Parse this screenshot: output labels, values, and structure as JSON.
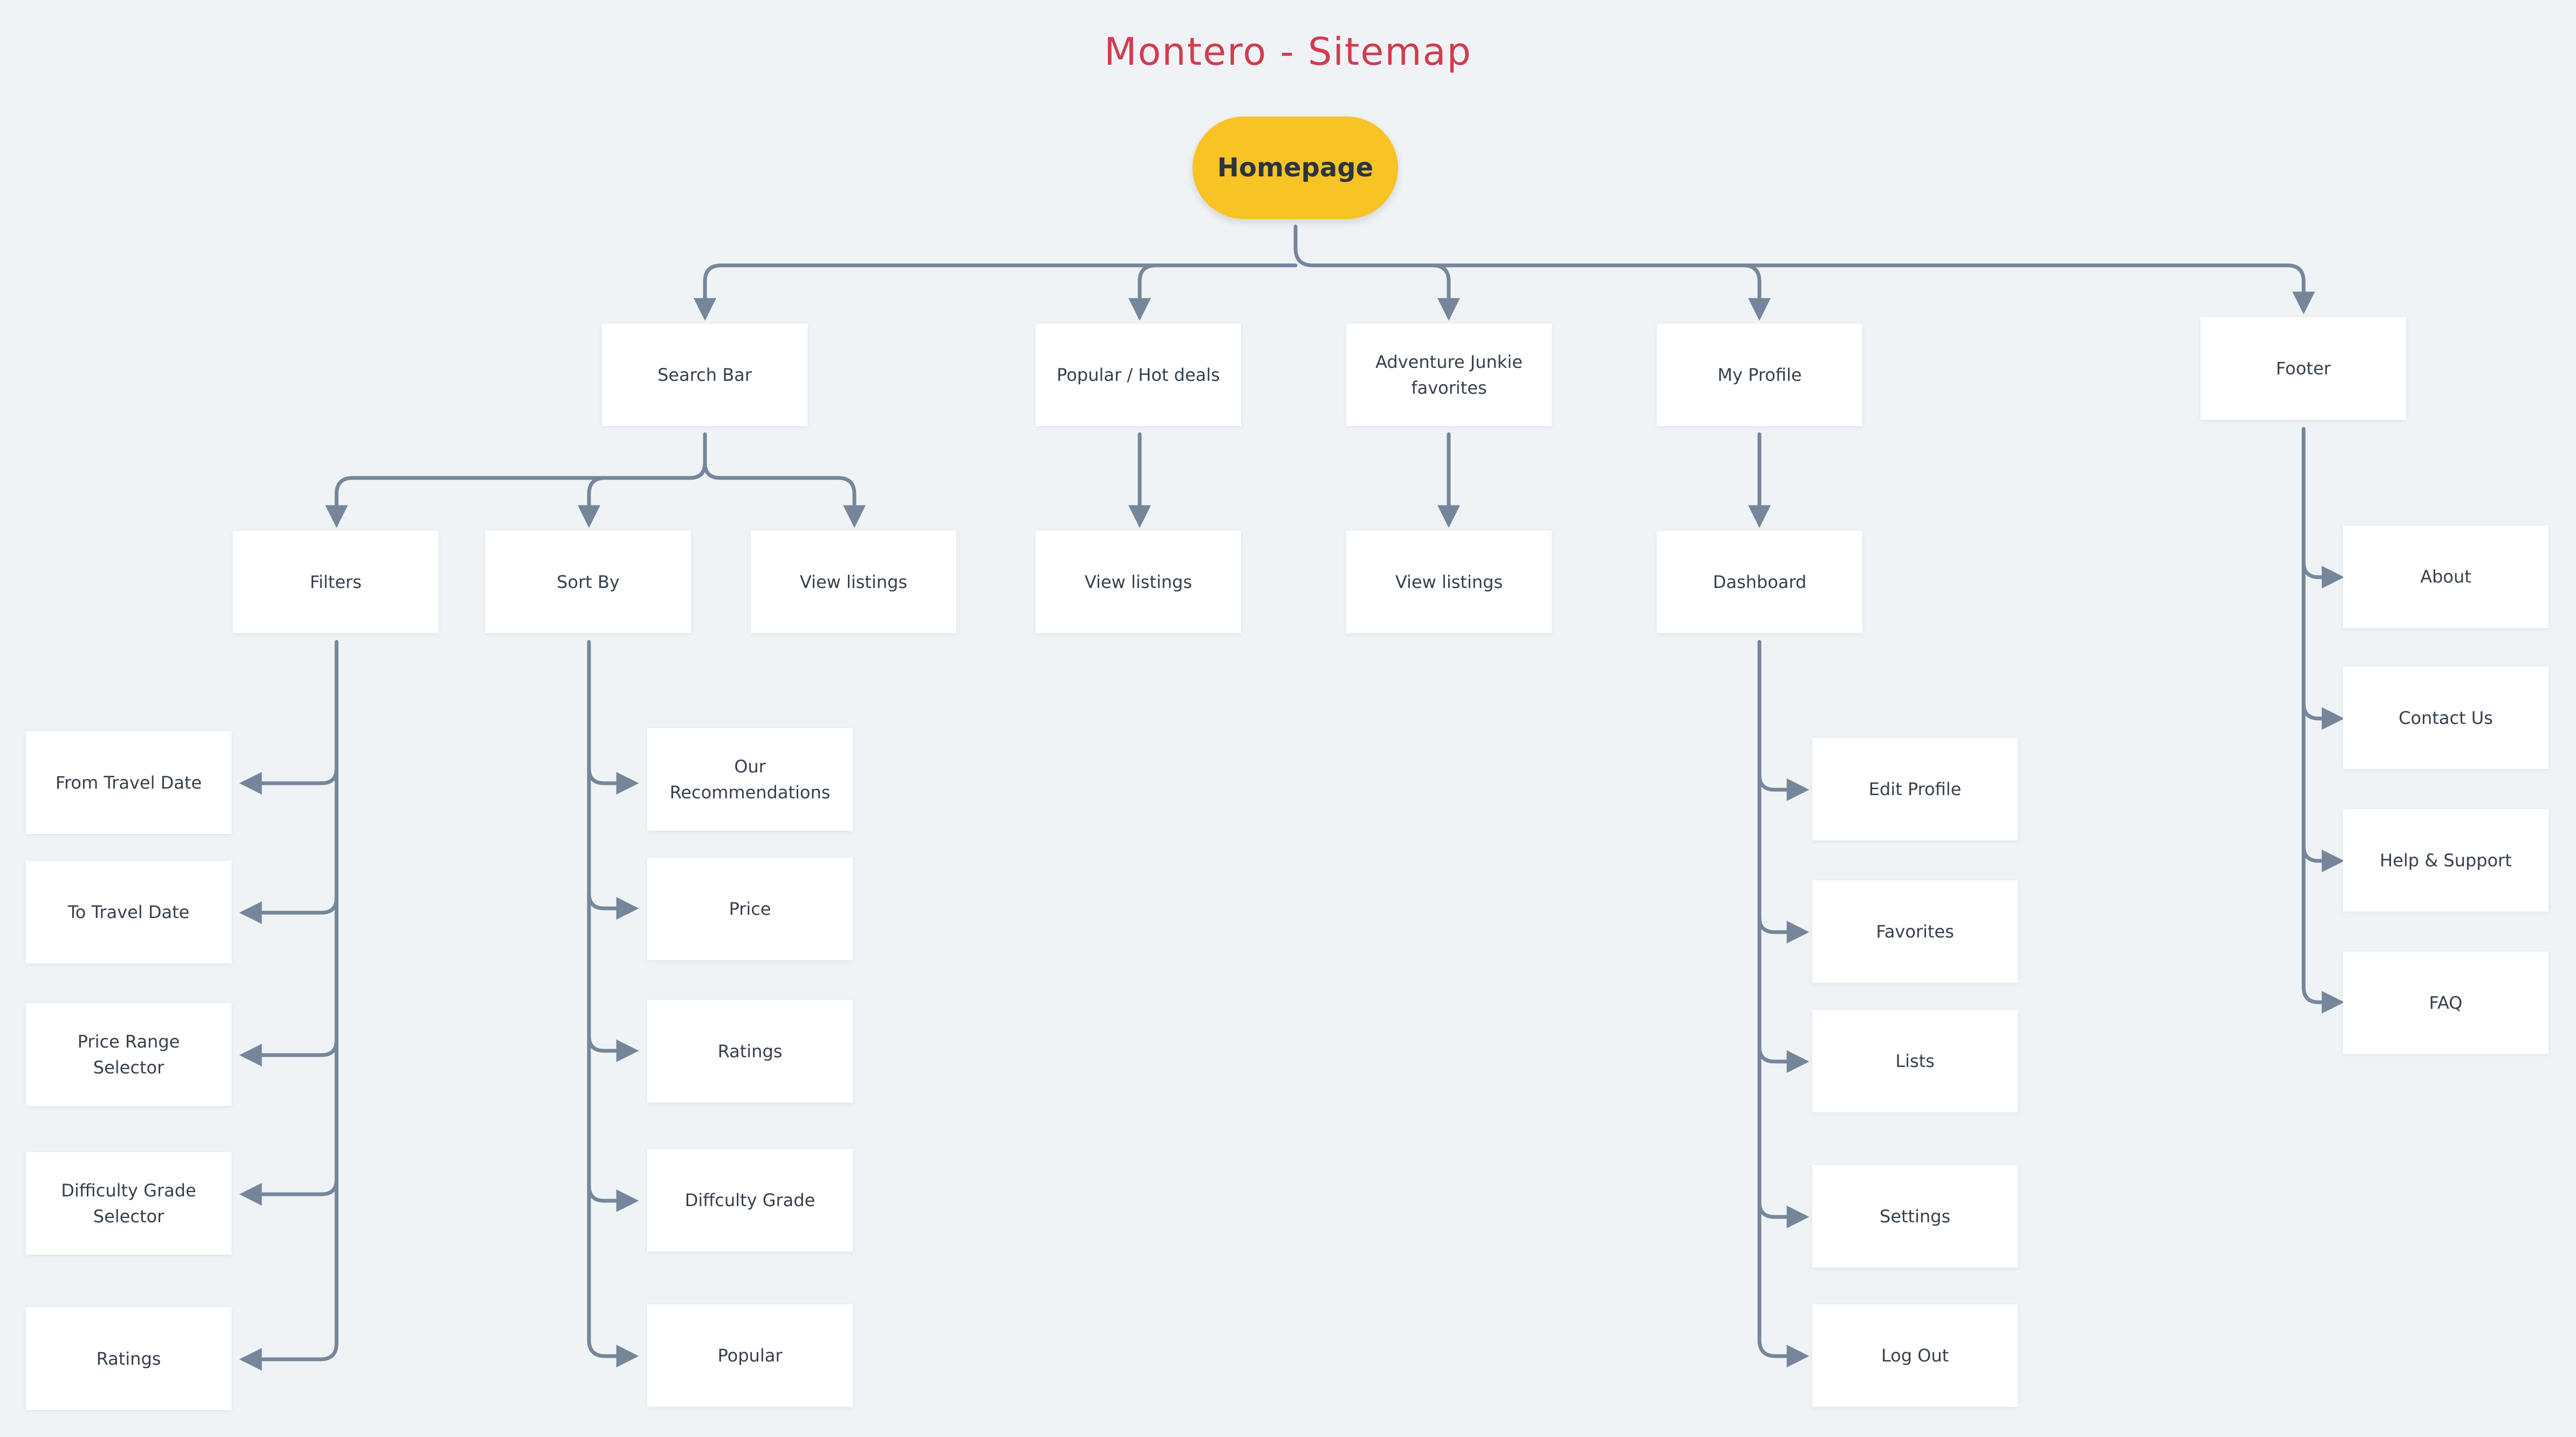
{
  "title": "Montero - Sitemap",
  "root": "Homepage",
  "colors": {
    "background": "#f0f3f6",
    "title": "#d13c4f",
    "root_fill": "#f7c325",
    "node_fill": "#ffffff",
    "connector": "#76869a",
    "text": "#36404c"
  },
  "sections": {
    "search_bar": {
      "label": "Search Bar",
      "filters": {
        "label": "Filters",
        "items": [
          "From Travel Date",
          "To Travel Date",
          "Price Range Selector",
          "Difficulty Grade Selector",
          "Ratings"
        ]
      },
      "sort_by": {
        "label": "Sort By",
        "items": [
          "Our Recommendations",
          "Price",
          "Ratings",
          "Diffculty Grade",
          "Popular"
        ]
      },
      "view_listings": "View listings"
    },
    "popular_hot_deals": {
      "label": "Popular / Hot deals",
      "view_listings": "View listings"
    },
    "adventure_junkie": {
      "label": "Adventure Junkie favorites",
      "view_listings": "View listings"
    },
    "my_profile": {
      "label": "My Profile",
      "dashboard": {
        "label": "Dashboard",
        "items": [
          "Edit Profile",
          "Favorites",
          "Lists",
          "Settings",
          "Log Out"
        ]
      }
    },
    "footer": {
      "label": "Footer",
      "items": [
        "About",
        "Contact Us",
        "Help & Support",
        "FAQ"
      ]
    }
  }
}
